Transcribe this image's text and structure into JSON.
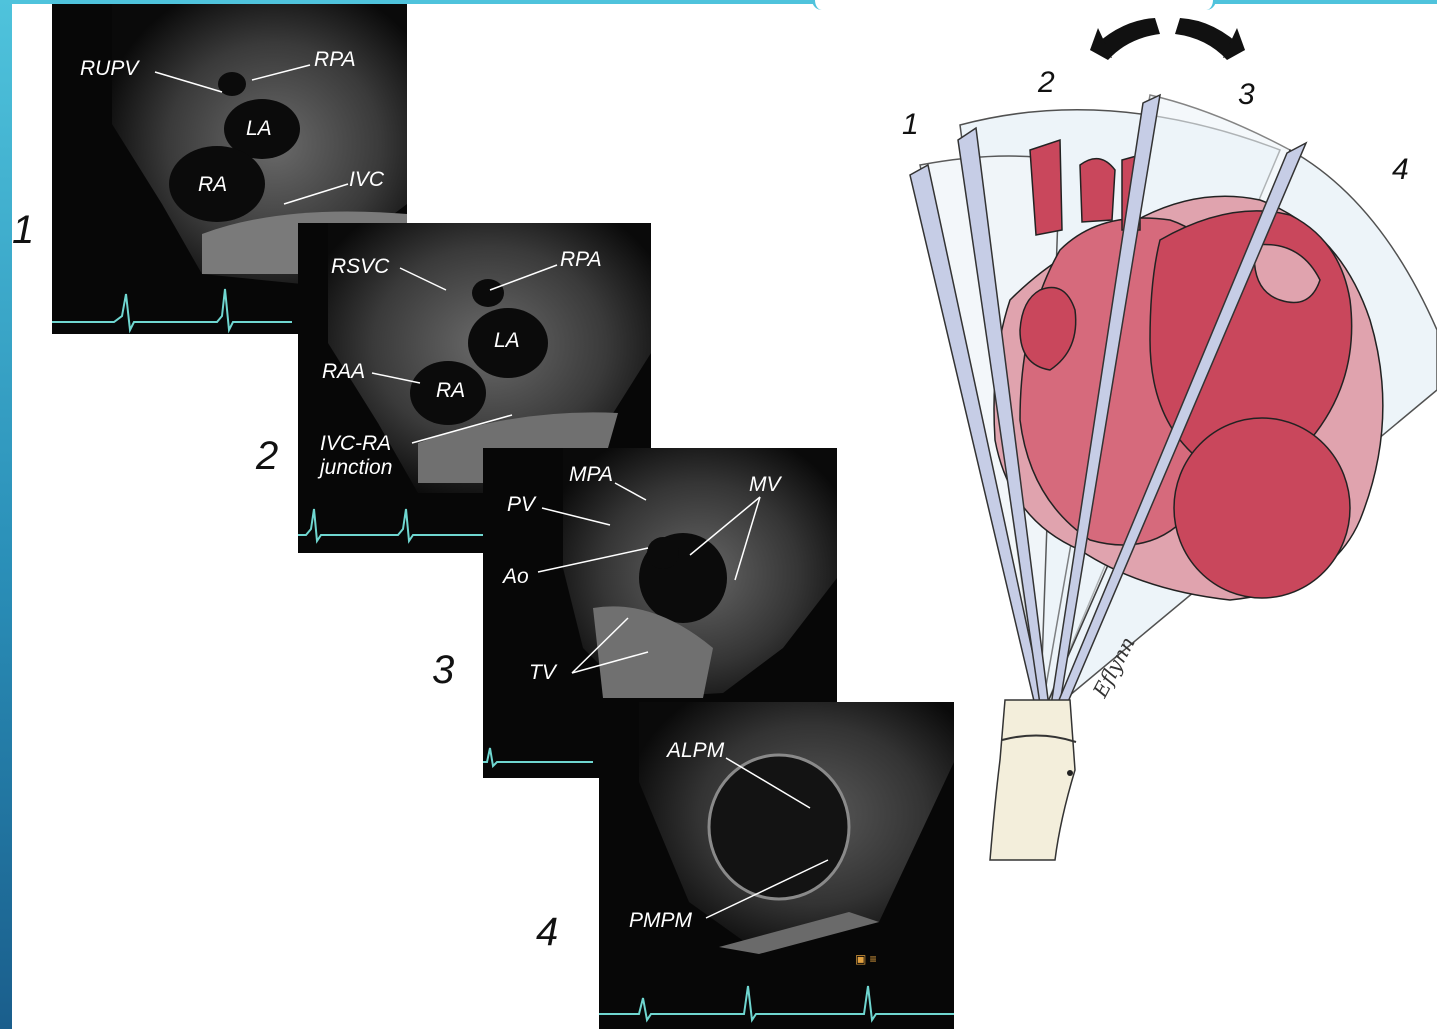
{
  "panels": [
    {
      "number": "1",
      "labels": {
        "rupv": "RUPV",
        "rpa": "RPA",
        "la": "LA",
        "ra": "RA",
        "ivc": "IVC"
      }
    },
    {
      "number": "2",
      "labels": {
        "rsvc": "RSVC",
        "rpa": "RPA",
        "la": "LA",
        "raa": "RAA",
        "ra": "RA",
        "ivc_ra_1": "IVC-RA",
        "ivc_ra_2": "junction"
      }
    },
    {
      "number": "3",
      "labels": {
        "mpa": "MPA",
        "mv": "MV",
        "pv": "PV",
        "ao": "Ao",
        "tv": "TV"
      }
    },
    {
      "number": "4",
      "labels": {
        "alpm": "ALPM",
        "pmpm": "PMPM"
      }
    }
  ],
  "diagram": {
    "plane_numbers": [
      "1",
      "2",
      "3",
      "4"
    ],
    "signature": "Eflynn"
  },
  "colors": {
    "frame": "#4fc3dc",
    "ecg_trace": "#6fd6d0",
    "heart": "#c9475c",
    "probe_plane": "#c6cde6"
  }
}
